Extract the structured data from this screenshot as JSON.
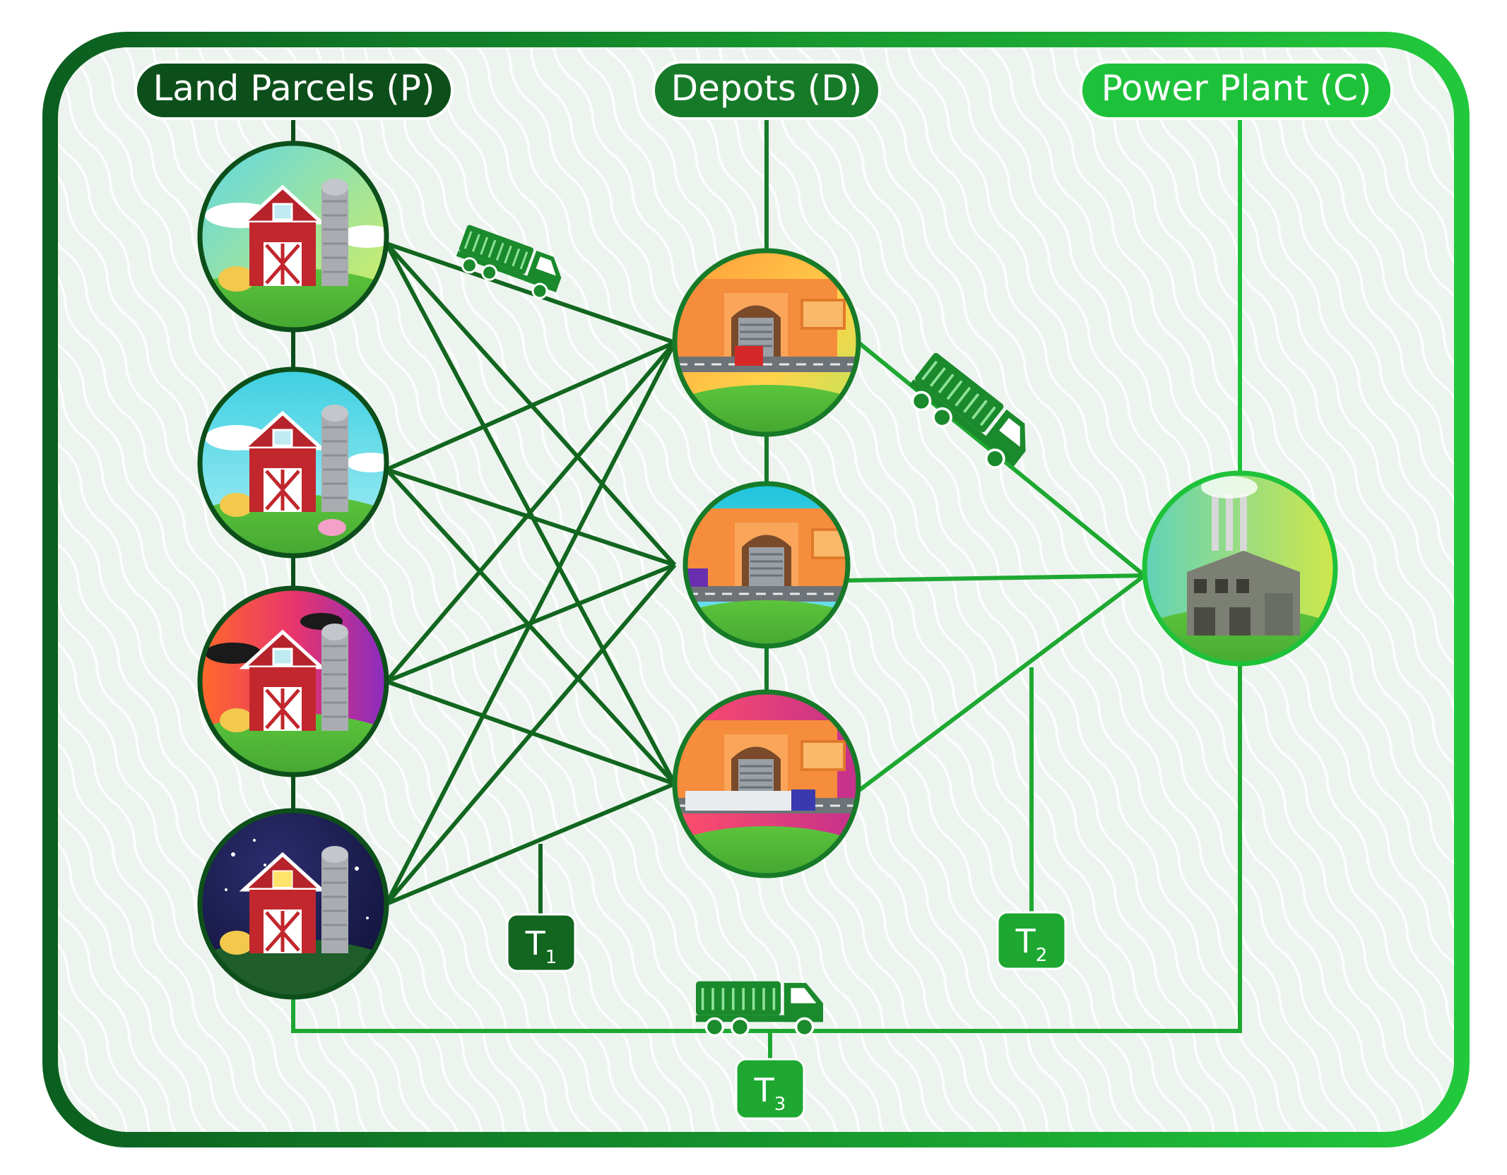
{
  "headers": {
    "parcels": "Land Parcels (P)",
    "depots": "Depots (D)",
    "plant": "Power Plant (C)"
  },
  "transport": [
    {
      "main": "T",
      "sub": "1"
    },
    {
      "main": "T",
      "sub": "2"
    },
    {
      "main": "T",
      "sub": "3"
    }
  ],
  "colors": {
    "frame_dark": "#0b5e1f",
    "frame_light": "#21c23a",
    "edge_p_d": "#12661f",
    "edge_d_c": "#1ea832",
    "header_parcels": "#0d4f1a",
    "header_depots": "#177a28",
    "header_plant": "#1ec23a",
    "label_box": "#12661f",
    "truck": "#1a8a2c"
  },
  "nodes": {
    "parcels": [
      {
        "sky": "day",
        "icon": "barn-silo-icon"
      },
      {
        "sky": "sky-blue",
        "icon": "barn-silo-pig-icon"
      },
      {
        "sky": "sunset",
        "icon": "barn-silo-icon"
      },
      {
        "sky": "night",
        "icon": "barn-silo-night-icon"
      }
    ],
    "depots": [
      {
        "sky": "sunny",
        "icon": "depot-red-truck-icon"
      },
      {
        "sky": "cyan",
        "icon": "depot-purple-truck-icon"
      },
      {
        "sky": "pink",
        "icon": "depot-blue-truck-icon"
      }
    ],
    "plant": {
      "sky": "green",
      "icon": "factory-icon"
    }
  }
}
